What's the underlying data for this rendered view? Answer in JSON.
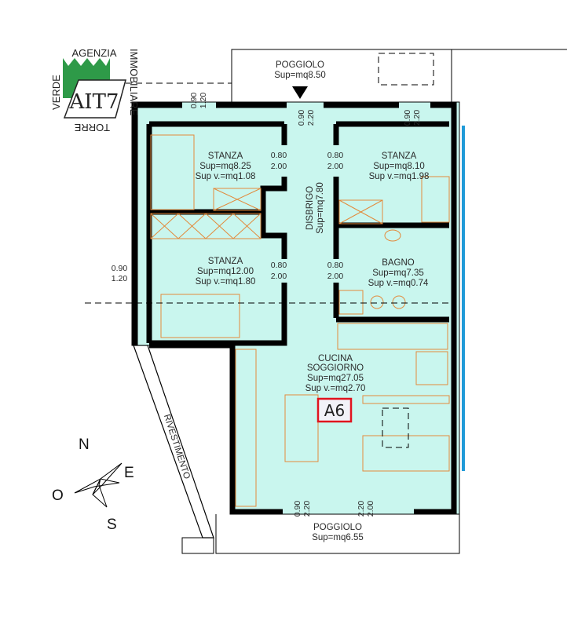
{
  "logo": {
    "top": "AGENZIA",
    "right": "IMMOBILIARE",
    "left": "VERDE",
    "bottom": "TORRE",
    "brand_color": "#2e9a48"
  },
  "unit_label": "A6",
  "colors": {
    "floor": "#c9f6ee",
    "furniture": "#e28a3c",
    "unit_box": "#e0141e",
    "window": "#1f9ad8"
  },
  "rooms": {
    "poggiolo_top": {
      "name": "POGGIOLO",
      "area": "Sup=mq8.50"
    },
    "stanza_1": {
      "name": "STANZA",
      "area": "Sup=mq8.25",
      "vent": "Sup v.=mq1.08"
    },
    "stanza_2": {
      "name": "STANZA",
      "area": "Sup=mq8.10",
      "vent": "Sup v.=mq1.98"
    },
    "stanza_3": {
      "name": "STANZA",
      "area": "Sup=mq12.00",
      "vent": "Sup v.=mq1.80"
    },
    "disbrigo": {
      "name": "DISBRIGO",
      "area": "Sup=mq7.80"
    },
    "bagno": {
      "name": "BAGNO",
      "area": "Sup=mq7.35",
      "vent": "Sup v.=mq0.74"
    },
    "cucina": {
      "name1": "CUCINA",
      "name2": "SOGGIORNO",
      "area": "Sup=mq27.05",
      "vent": "Sup v.=mq2.70"
    },
    "poggiolo_bottom": {
      "name": "POGGIOLO",
      "area": "Sup=mq6.55"
    }
  },
  "dims": {
    "w_top_left": [
      "0.90",
      "1.20"
    ],
    "w_top_mid": [
      "0.90",
      "2.20"
    ],
    "w_top_right": [
      "0.90",
      "2.20"
    ],
    "w_left": [
      "0.90",
      "1.20"
    ],
    "d1": [
      "0.80",
      "2.00"
    ],
    "d2": [
      "0.80",
      "2.00"
    ],
    "d3": [
      "0.80",
      "2.00"
    ],
    "d4": [
      "0.80",
      "2.00"
    ],
    "w_bot_left": [
      "0.90",
      "2.20"
    ],
    "w_bot_right": [
      "2.20",
      "2.00"
    ]
  },
  "rivestimento": "RIVESTIMENTO",
  "compass": {
    "n": "N",
    "e": "E",
    "o": "O",
    "s": "S"
  }
}
